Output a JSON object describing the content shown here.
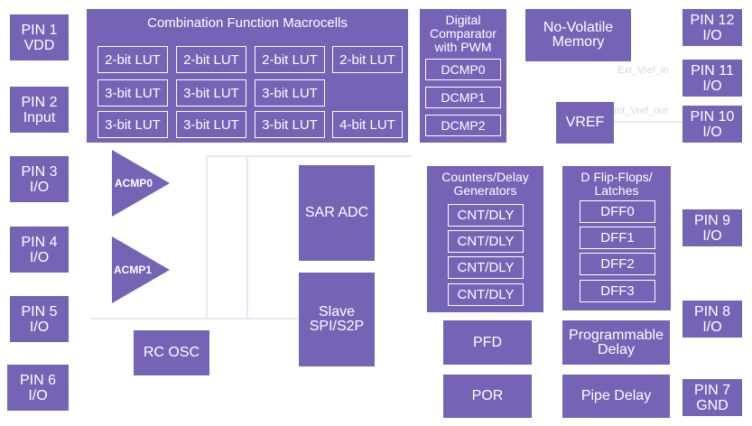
{
  "pins": {
    "pin1": {
      "name": "PIN 1",
      "sig": "VDD"
    },
    "pin2": {
      "name": "PIN 2",
      "sig": "Input"
    },
    "pin3": {
      "name": "PIN 3",
      "sig": "I/O"
    },
    "pin4": {
      "name": "PIN 4",
      "sig": "I/O"
    },
    "pin5": {
      "name": "PIN 5",
      "sig": "I/O"
    },
    "pin6": {
      "name": "PIN 6",
      "sig": "I/O"
    },
    "pin7": {
      "name": "PIN 7",
      "sig": "GND"
    },
    "pin8": {
      "name": "PIN 8",
      "sig": "I/O"
    },
    "pin9": {
      "name": "PIN 9",
      "sig": "I/O"
    },
    "pin10": {
      "name": "PIN 10",
      "sig": "I/O"
    },
    "pin11": {
      "name": "PIN 11",
      "sig": "I/O"
    },
    "pin12": {
      "name": "PIN 12",
      "sig": "I/O"
    }
  },
  "macrocells": {
    "title": "Combination Function Macrocells",
    "row1": [
      "2-bit LUT",
      "2-bit LUT",
      "2-bit LUT",
      "2-bit LUT"
    ],
    "row2": [
      "3-bit LUT",
      "3-bit LUT",
      "3-bit LUT"
    ],
    "row3": [
      "3-bit LUT",
      "3-bit LUT",
      "3-bit LUT",
      "4-bit LUT"
    ]
  },
  "dcmp": {
    "title1": "Digital",
    "title2": "Comparator",
    "title3": "with PWM",
    "items": [
      "DCMP0",
      "DCMP1",
      "DCMP2"
    ]
  },
  "nvm": {
    "line1": "No-Volatile",
    "line2": "Memory"
  },
  "vref": {
    "label": "VREF",
    "ext_label": "Ext_Vref_in",
    "int_label": "Int_Vref_out"
  },
  "acmp": {
    "a0": "ACMP0",
    "a1": "ACMP1"
  },
  "sar_adc": "SAR ADC",
  "slave": {
    "line1": "Slave",
    "line2": "SPI/S2P"
  },
  "rc_osc": "RC OSC",
  "counters": {
    "title1": "Counters/Delay",
    "title2": "Generators",
    "items": [
      "CNT/DLY",
      "CNT/DLY",
      "CNT/DLY",
      "CNT/DLY"
    ]
  },
  "dff": {
    "title1": "D Flip-Flops/",
    "title2": "Latches",
    "items": [
      "DFF0",
      "DFF1",
      "DFF2",
      "DFF3"
    ]
  },
  "pfd": "PFD",
  "por": "POR",
  "prog_delay": {
    "line1": "Programmable",
    "line2": "Delay"
  },
  "pipe_delay": "Pipe Delay",
  "colors": {
    "block": "#7563b6",
    "text": "#ffffff"
  }
}
